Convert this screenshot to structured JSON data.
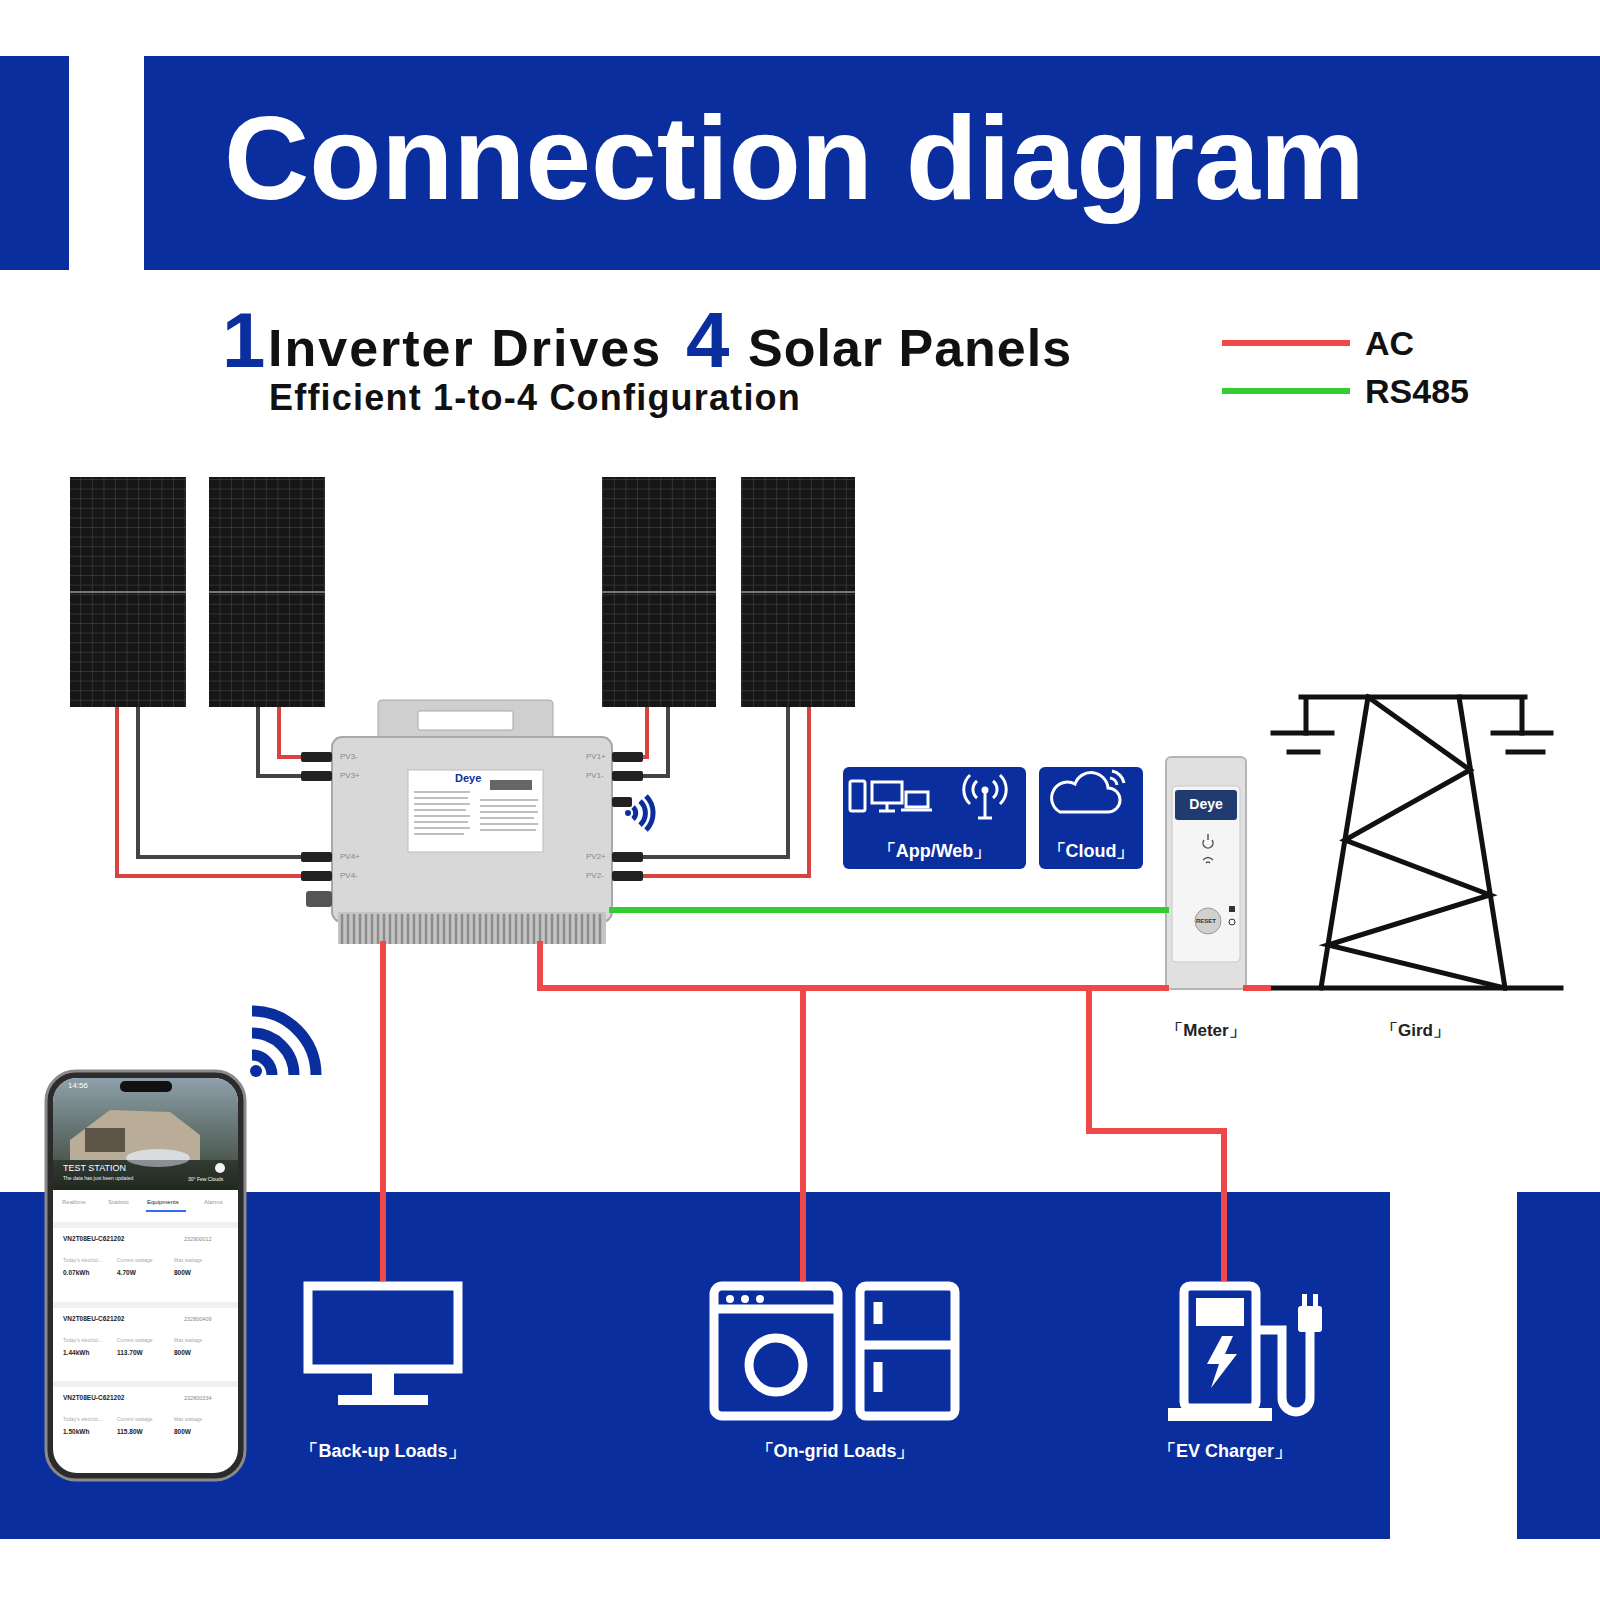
{
  "diagram": {
    "title": "Connection diagram",
    "nodes": [
      {
        "text": [
          "Deye"
        ]
      },
      {
        "text": [
          "「App/Web」"
        ]
      },
      {
        "text": [
          "「Cloud」"
        ]
      },
      {
        "text": [
          "Deye",
          "RESET",
          "「Meter」"
        ]
      },
      {
        "text": [
          "「Gird」"
        ]
      },
      {
        "text": [
          "「Back-up Loads」"
        ]
      },
      {
        "text": [
          "「On-grid Loads」"
        ]
      },
      {
        "text": [
          "「EV Charger」"
        ]
      }
    ],
    "edges": [
      {
        "from": 0,
        "to": 5,
        "arrow": "none"
      },
      {
        "from": 0,
        "to": 6,
        "arrow": "none"
      },
      {
        "from": 0,
        "to": 7,
        "arrow": "none"
      },
      {
        "from": 0,
        "to": 3,
        "arrow": "none"
      },
      {
        "from": 0,
        "to": 3,
        "arrow": "none"
      },
      {
        "from": 3,
        "to": 4,
        "arrow": "none"
      }
    ],
    "labels": [
      "1",
      "Inverter Drives",
      "4",
      "Solar Panels",
      "Efficient 1-to-4 Configuration",
      "PV3-",
      "PV3+",
      "PV4+",
      "PV4-",
      "PV1+",
      "PV1-",
      "PV2+",
      "PV2-",
      "14:56",
      "TEST STATION",
      "The data has just been updated",
      "30° Few Clouds",
      "Realtime",
      "Statistic",
      "Equipments",
      "Alarms",
      "VN2T08EU-C621202",
      "232900012",
      "Today's electrici...",
      "Current wattage",
      "Max wattage",
      "0.07kWh",
      "4.70W",
      "800W",
      "VN2T08EU-C621202",
      "232800409",
      "Today's electrici...",
      "Current wattage",
      "Max wattage",
      "1.44kWh",
      "113.70W",
      "800W",
      "VN2T08EU-C621202",
      "232800334",
      "Today's electrici...",
      "Current wattage",
      "Max wattage",
      "1.50kWh",
      "115.80W",
      "800W"
    ],
    "legend": [
      {
        "text": "AC"
      },
      {
        "text": "RS485"
      }
    ]
  }
}
